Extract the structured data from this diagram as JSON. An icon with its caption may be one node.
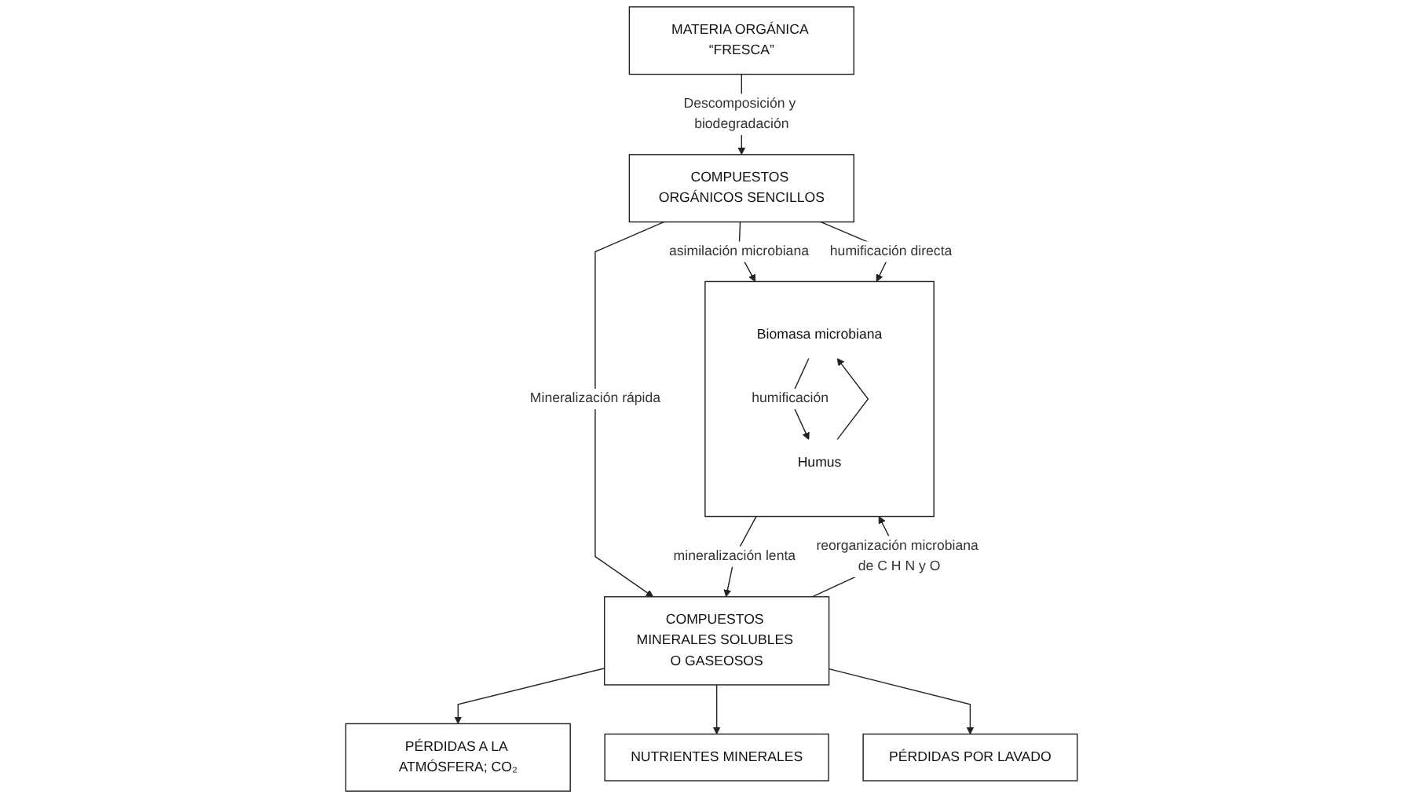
{
  "diagram": {
    "nodes": [
      {
        "text": [
          "MATERIA ORGÁNICA “FRESCA”"
        ]
      },
      {
        "text": [
          "PÉRDIDAS A LA ATMÓSFERA; CO₂"
        ]
      },
      {
        "text": [
          "COMPUESTOS ORGÁNICOS SENCILLOS"
        ]
      },
      {
        "text": [
          "COMPUESTOS MINERALES SOLUBLES O GASEOSOS"
        ]
      },
      {
        "text": [
          "NUTRIENTES MINERALES"
        ]
      },
      {
        "text": [
          "PÉRDIDAS POR LAVADO"
        ]
      },
      {
        "text": [],
        "shape": "box"
      },
      {
        "text": [
          "Biomasa microbiana"
        ],
        "in": 6
      },
      {
        "text": [
          "Humus"
        ],
        "in": 6
      }
    ],
    "edges": [
      {
        "from": 0,
        "to": 2,
        "arrow": "to",
        "label": "Descomposición y biodegradación"
      },
      {
        "from": 2,
        "to": 3,
        "arrow": "to",
        "label": "Mineralización rápida"
      },
      {
        "from": 3,
        "to": 1,
        "arrow": "to"
      },
      {
        "from": 3,
        "to": 4,
        "arrow": "to"
      },
      {
        "from": 3,
        "to": 5,
        "arrow": "to"
      },
      {
        "from": 3,
        "to": 6,
        "arrow": "to",
        "label": "reorganización microbiana de C H N y O"
      },
      {
        "from": 2,
        "to": 6,
        "arrow": "to",
        "label": "asimilación microbiana"
      },
      {
        "from": 2,
        "to": 6,
        "arrow": "to",
        "label": "humificación directa"
      },
      {
        "from": 6,
        "to": 3,
        "arrow": "to",
        "label": "mineralización lenta"
      },
      {
        "from": 7,
        "to": 8,
        "arrow": "to",
        "label": "humificación"
      },
      {
        "from": 8,
        "to": 7,
        "arrow": "to"
      }
    ]
  }
}
